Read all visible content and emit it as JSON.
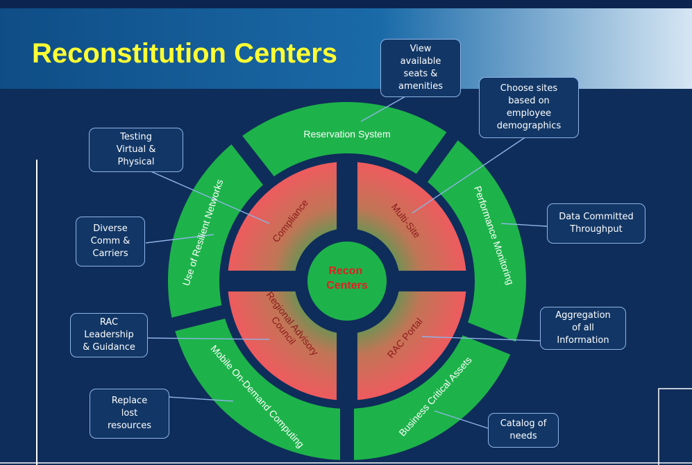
{
  "slide": {
    "title": "Reconstitution Centers",
    "hub_label": "Recon\nCenters",
    "outer_segments": [
      "Reservation System",
      "Performance Monitoring",
      "Business Critical Assets",
      "Mobile On-Demand Computing",
      "Use of Resilient Networks"
    ],
    "inner_quadrants": [
      "Compliance",
      "Multi-Site",
      "RAC Portal",
      "Regional Advisory\nCouncil"
    ],
    "callouts": [
      "View\navailable\nseats &\namenities",
      "Choose sites\nbased on\nemployee\ndemographics",
      "Testing\nVirtual &\nPhysical",
      "Diverse\nComm &\nCarriers",
      "Data Committed\nThroughput",
      "Aggregation\nof all\nInformation",
      "RAC\nLeadership\n& Guidance",
      "Replace\nlost\nresources",
      "Catalog of\nneeds"
    ]
  },
  "colors": {
    "background": "#0f2d5a",
    "title": "#ffff33",
    "ring_green": "#1db34a",
    "inner_red": "#f25c5c",
    "hub_text": "#e02020",
    "callout_border": "#8fb4e8"
  }
}
